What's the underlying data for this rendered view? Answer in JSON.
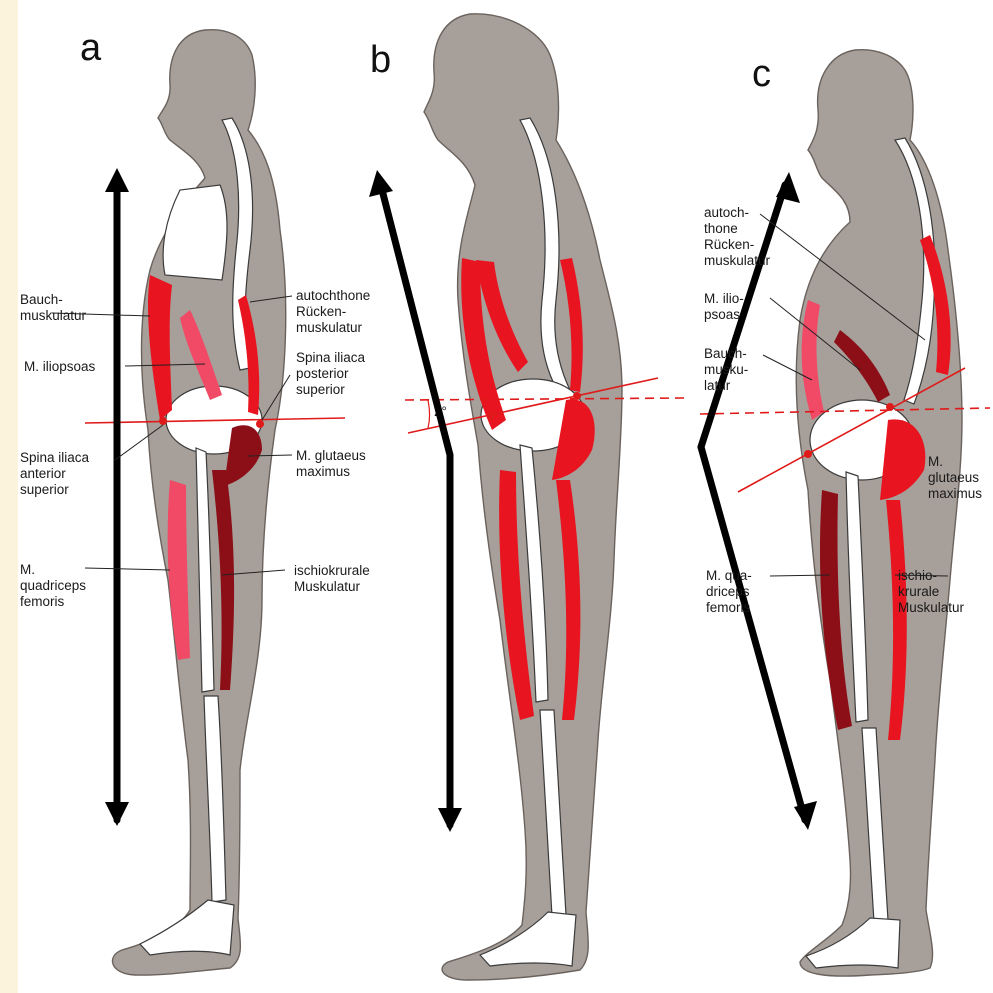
{
  "panels": [
    {
      "letter": "a",
      "labels": {
        "abdominal": "Bauch-\nmuskulatur",
        "iliopsoas": "M. iliopsoas",
        "asis": "Spina iliaca\nanterior\nsuperior",
        "quadriceps": "M.\nquadriceps\nfemoris",
        "back": "autochthone\nRücken-\nmuskulatur",
        "psis": "Spina iliaca\nposterior\nsuperior",
        "glute": "M. glutaeus\nmaximus",
        "hamstrings": "ischiokrurale\nMuskulatur"
      }
    },
    {
      "letter": "b",
      "labels": {
        "angle": "2°"
      }
    },
    {
      "letter": "c",
      "labels": {
        "back": "autoch-\nthone\nRücken-\nmuskulatur",
        "iliopsoas": "M. ilio-\npsoas",
        "abdominal": "Bauch-\nmusku-\nlatur",
        "quadriceps": "M. qua-\ndriceps\nfemoris",
        "glute": "M.\nglutaeus\nmaximus",
        "hamstrings": "ischio-\nkrurale\nMuskulatur"
      }
    }
  ],
  "colors": {
    "background": "#fcf3dc",
    "body": "#a79f99",
    "muscle_red": "#e8141f",
    "muscle_pink": "#f04a66",
    "muscle_dark": "#8c0f18",
    "axis_line": "#e01a1a",
    "arrow": "#000000"
  }
}
